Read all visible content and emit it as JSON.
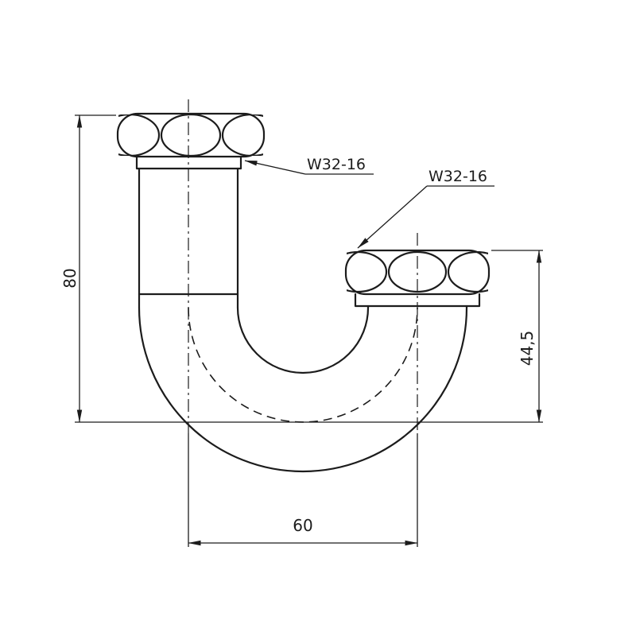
{
  "drawing": {
    "type": "technical-drawing",
    "subject": "U-bend pipe fitting with two union nuts",
    "labels": {
      "thread_left": "W32-16",
      "thread_right": "W32-16"
    },
    "dimensions": {
      "height_total": "80",
      "height_right": "44,5",
      "width_centers": "60"
    },
    "colors": {
      "line": "#1c1c1c",
      "background": "#ffffff"
    }
  }
}
